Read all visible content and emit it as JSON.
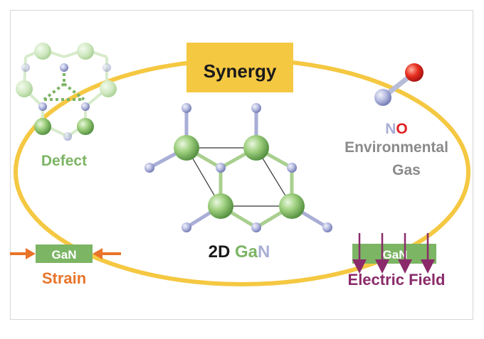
{
  "title": "Synergy",
  "center_label": {
    "prefix": "2D",
    "ga": "Ga",
    "n": "N"
  },
  "defect_label": "Defect",
  "gas": {
    "n": "N",
    "o": "O",
    "line1": "Environmental",
    "line2": "Gas"
  },
  "strain": {
    "box_label": "GaN",
    "label": "Strain"
  },
  "field": {
    "box_label": "GaN",
    "label": "Electric Field"
  },
  "colors": {
    "ellipse": "#f5c842",
    "title_box": "#f5c842",
    "ga_green": "#7cb564",
    "n_blue": "#a9aed6",
    "defect_text": "#7cb564",
    "gray_text": "#8a8a8a",
    "o_red": "#e02020",
    "strain_orange": "#e8742a",
    "field_purple": "#8a2a6a",
    "gan_box": "#7cb564"
  }
}
